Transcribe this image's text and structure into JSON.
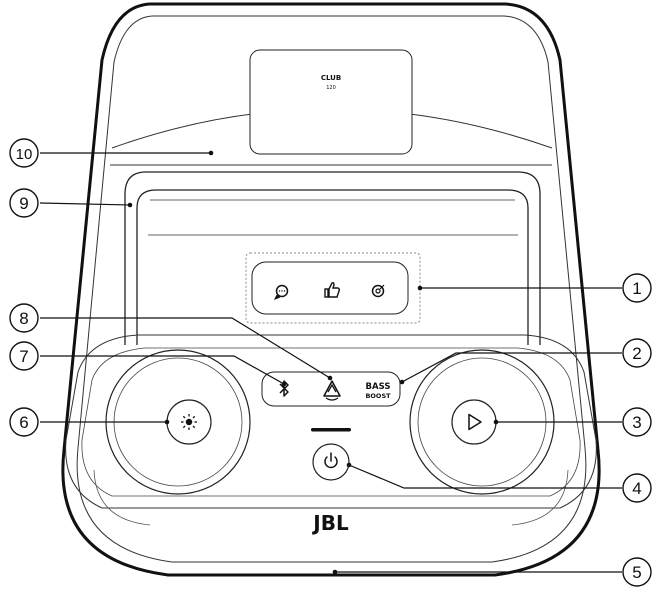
{
  "device": {
    "brand_logo": "JBL",
    "model_line1": "CLUB",
    "model_line2": "120",
    "bass_line1": "BASS",
    "bass_line2": "BOOST"
  },
  "callouts": {
    "c1": "1",
    "c2": "2",
    "c3": "3",
    "c4": "4",
    "c5": "5",
    "c6": "6",
    "c7": "7",
    "c8": "8",
    "c9": "9",
    "c10": "10"
  },
  "icons": {
    "bluetooth": "bluetooth-icon",
    "auracast": "auracast-icon",
    "light": "light-icon",
    "play": "play-icon",
    "power": "power-icon",
    "voice": "voice-prompt-icon",
    "thumbs_up": "thumbs-up-icon",
    "dj": "dj-icon"
  }
}
